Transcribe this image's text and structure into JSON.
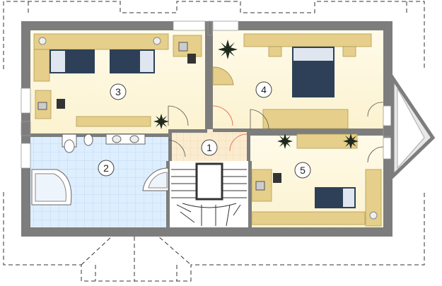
{
  "rooms": [
    {
      "id": "1",
      "label": "1"
    },
    {
      "id": "2",
      "label": "2"
    },
    {
      "id": "3",
      "label": "3"
    },
    {
      "id": "4",
      "label": "4"
    },
    {
      "id": "5",
      "label": "5"
    }
  ],
  "colors": {
    "wall": "#7d7d7d",
    "floor_room": "#fdf7dc",
    "floor_bath": "#ddeefe",
    "floor_hall": "#fbecd0",
    "furniture": "#e6cf8a",
    "bed_cover": "#2e4057",
    "plant": "#1f2a1f",
    "door_red": "#e05a3a",
    "dashed": "#333333"
  }
}
